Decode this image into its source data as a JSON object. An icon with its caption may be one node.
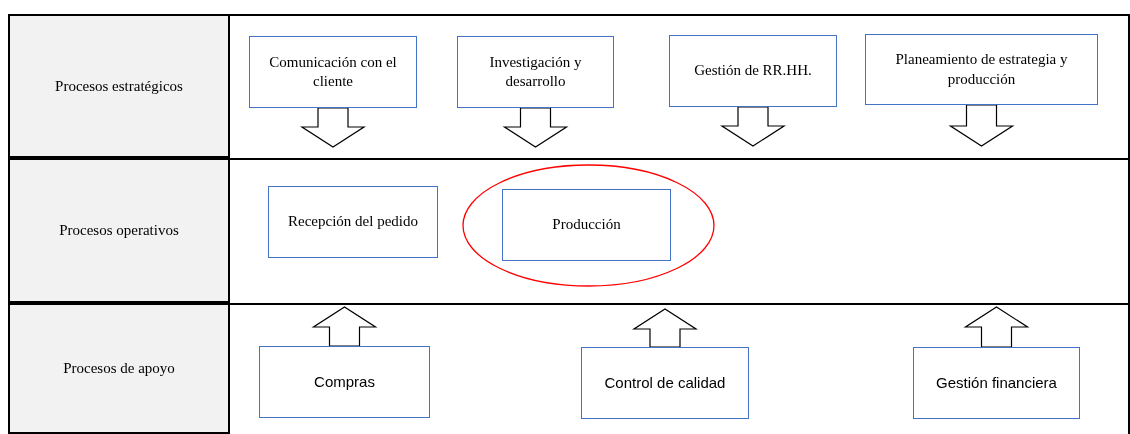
{
  "diagram": {
    "nodes": [
      {
        "text": [
          "Procesos estratégicos"
        ]
      },
      {
        "text": [
          "Procesos operativos"
        ]
      },
      {
        "text": [
          "Procesos de apoyo"
        ]
      },
      {
        "text": [
          "Comunicación con el cliente"
        ]
      },
      {
        "text": [
          "Investigación y desarrollo"
        ]
      },
      {
        "text": [
          "Gestión de RR.HH."
        ]
      },
      {
        "text": [
          "Planeamiento de estrategia y producción"
        ]
      },
      {
        "text": [
          "Recepción del pedido"
        ]
      },
      {
        "text": [],
        "shape": "ellipse"
      },
      {
        "text": [
          "Producción"
        ],
        "in": 8
      },
      {
        "text": [
          "Compras"
        ]
      },
      {
        "text": [
          "Control de calidad"
        ]
      },
      {
        "text": [
          "Gestión financiera"
        ]
      }
    ],
    "edges": [
      {
        "from": 3,
        "to": null,
        "arrow": "to"
      },
      {
        "from": 4,
        "to": null,
        "arrow": "to"
      },
      {
        "from": 5,
        "to": null,
        "arrow": "to"
      },
      {
        "from": 6,
        "to": null,
        "arrow": "to"
      },
      {
        "from": 10,
        "to": null,
        "arrow": "to"
      },
      {
        "from": 11,
        "to": null,
        "arrow": "to"
      },
      {
        "from": 12,
        "to": null,
        "arrow": "to"
      }
    ]
  }
}
